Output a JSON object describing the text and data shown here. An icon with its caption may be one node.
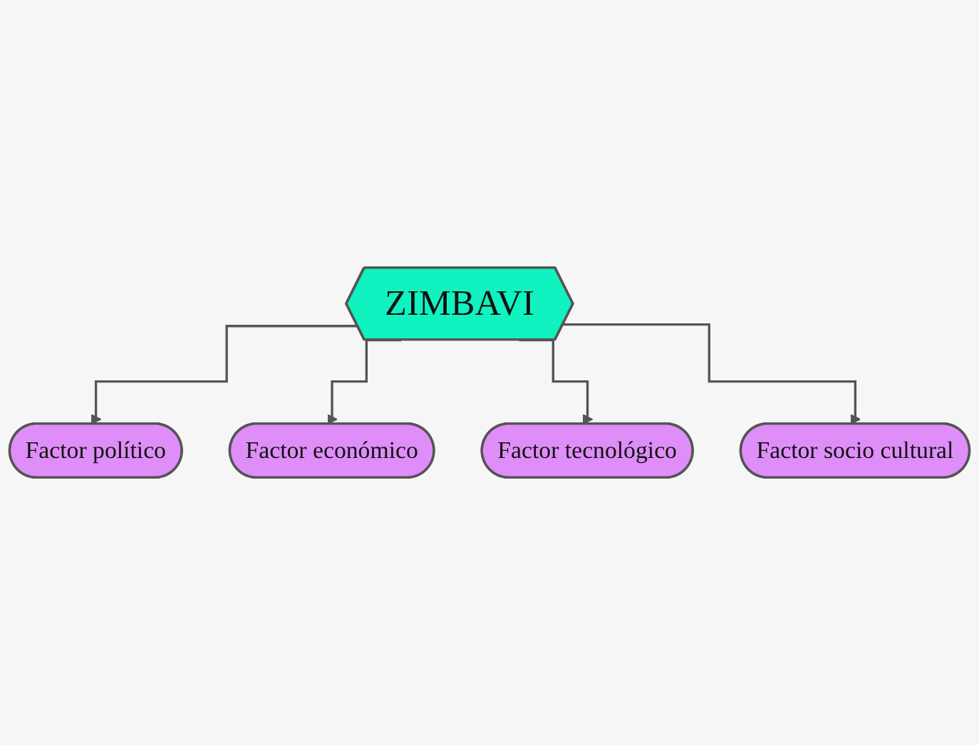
{
  "diagram": {
    "nodes": [
      {
        "text": [
          "Factor político"
        ]
      },
      {
        "text": [
          "Factor económico"
        ]
      },
      {
        "text": [
          "ZIMBAVI"
        ]
      },
      {
        "text": [
          "Factor socio cultural"
        ]
      },
      {
        "text": [
          "Factor tecnológico"
        ]
      }
    ],
    "edges": [
      {
        "from": 2,
        "to": 0,
        "arrow": "to"
      },
      {
        "from": 2,
        "to": 1,
        "arrow": "to"
      },
      {
        "from": 2,
        "to": 4,
        "arrow": "to"
      },
      {
        "from": 2,
        "to": 3,
        "arrow": "to"
      }
    ]
  }
}
